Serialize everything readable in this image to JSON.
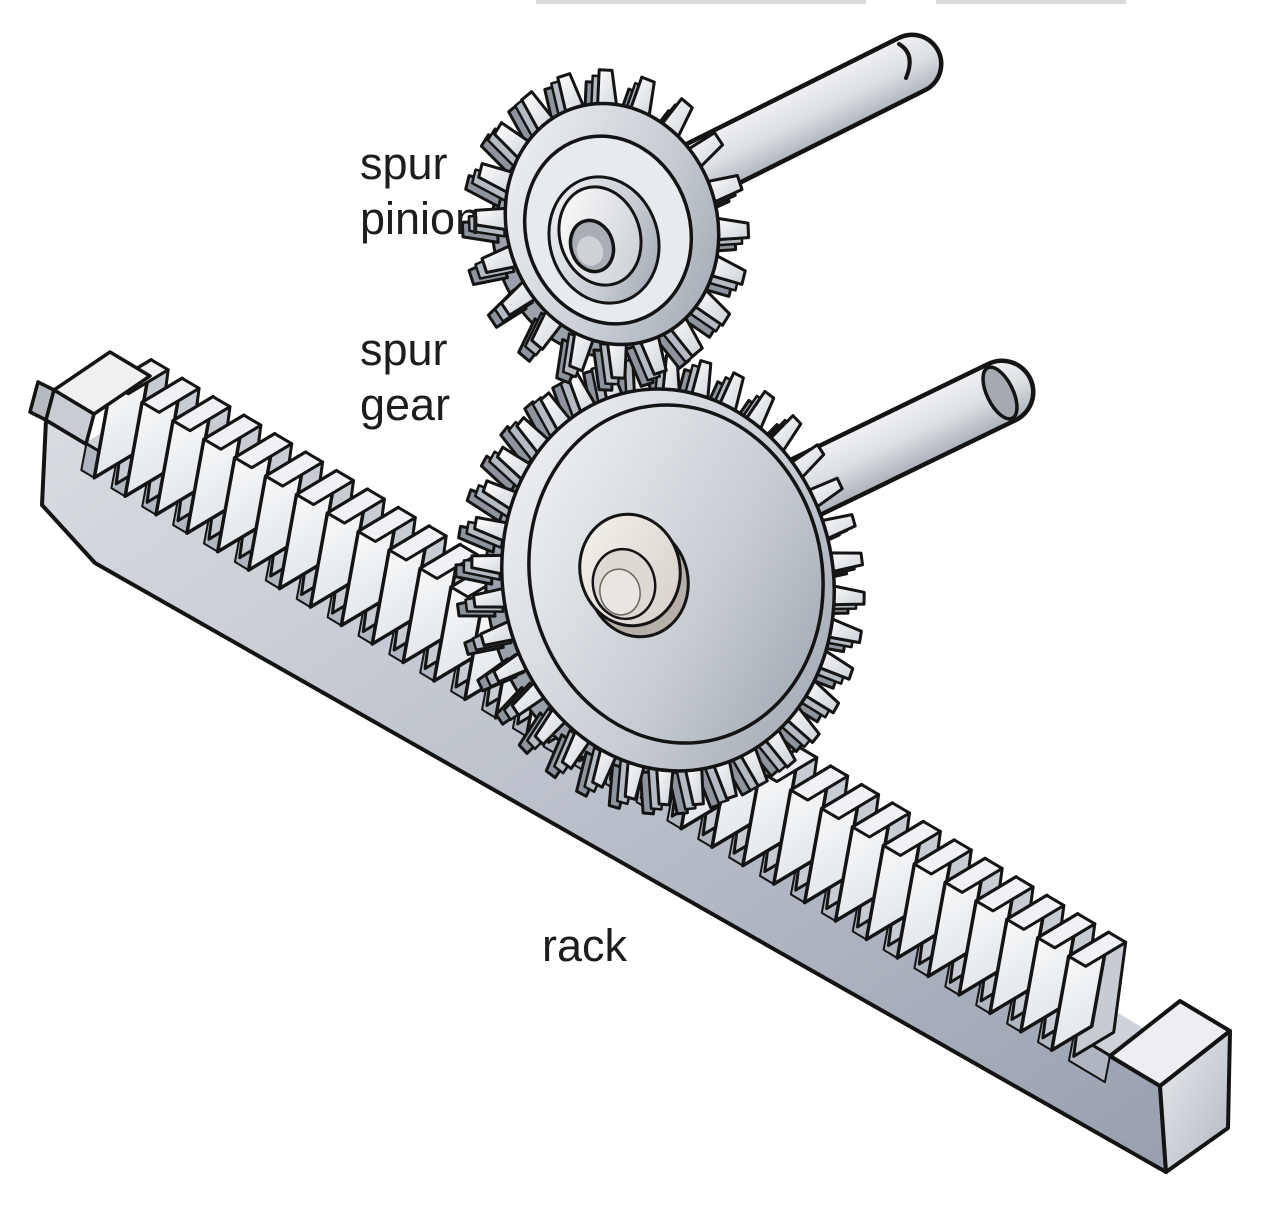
{
  "diagram": {
    "labels": {
      "spur_pinion": "spur\npinion",
      "spur_gear": "spur\ngear",
      "rack": "rack"
    },
    "components": [
      {
        "id": "spur-pinion",
        "teeth_visible": 20
      },
      {
        "id": "spur-gear",
        "teeth_visible": 36
      },
      {
        "id": "rack",
        "teeth_visible": 32
      },
      {
        "id": "pinion-shaft"
      },
      {
        "id": "gear-shaft"
      }
    ],
    "colors": {
      "background": "#ffffff",
      "outline": "#141414",
      "label_text": "#1d1d1d",
      "metal_light": "#f5f6f8",
      "metal_mid": "#c6cbd2",
      "metal_dark": "#9aa1ab",
      "tooth_white": "#ffffff",
      "rack_front_light": "#d9dce1",
      "rack_front_dark": "#98a0b0",
      "valley": "#cdd2d8",
      "hub_warm_light": "#f6f2ec",
      "hub_warm_dark": "#d5cfc8",
      "shaft_light": "#f3f4f6",
      "shaft_dark": "#a4aab3"
    }
  }
}
